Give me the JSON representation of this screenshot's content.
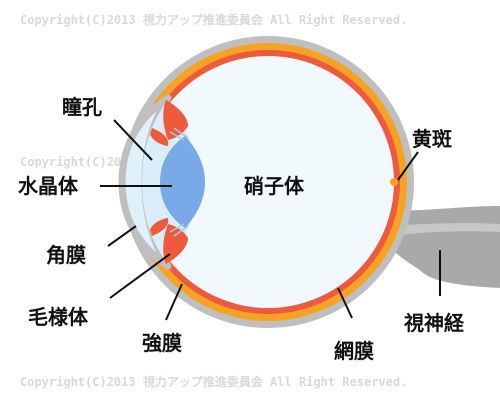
{
  "watermark": "Copyright(C)2013 視力アップ推進委員会 All Right Reserved.",
  "colors": {
    "sclera_gray": "#bfbfbf",
    "choroid_orange": "#f6a323",
    "retina_red": "#ee5a3e",
    "vitreous": "#f1f9fd",
    "cornea": "#dff1fb",
    "lens": "#79a9e6",
    "optic_nerve": "#a9a9a9"
  },
  "labels": {
    "pupil": "瞳孔",
    "lens": "水晶体",
    "cornea": "角膜",
    "ciliary_body": "毛様体",
    "sclera": "強膜",
    "vitreous_body": "硝子体",
    "macula": "黄斑",
    "optic_nerve": "視神経",
    "retina": "網膜"
  }
}
